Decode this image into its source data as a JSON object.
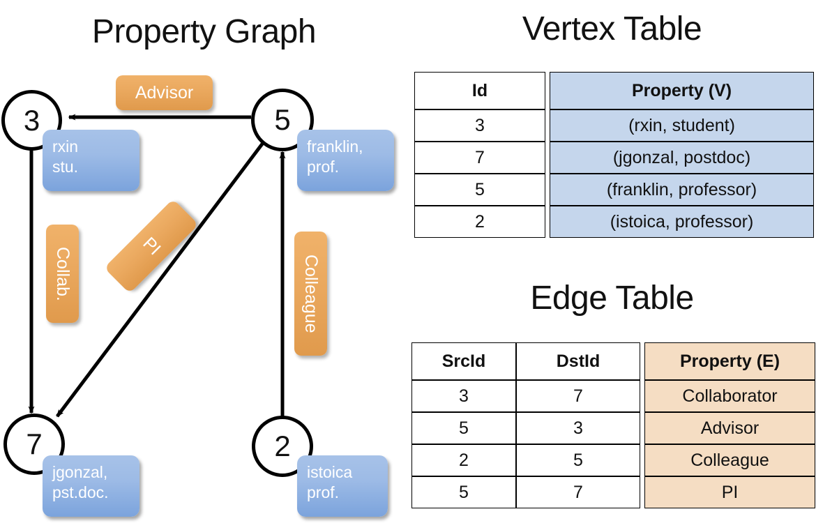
{
  "panels": {
    "graph_title": "Property Graph",
    "vertex_title": "Vertex Table",
    "edge_title": "Edge Table"
  },
  "graph": {
    "nodes": [
      {
        "id": "3",
        "label": "3",
        "property_lines": [
          "rxin",
          "stu."
        ]
      },
      {
        "id": "5",
        "label": "5",
        "property_lines": [
          "franklin,",
          "prof."
        ]
      },
      {
        "id": "7",
        "label": "7",
        "property_lines": [
          "jgonzal,",
          "pst.doc."
        ]
      },
      {
        "id": "2",
        "label": "2",
        "property_lines": [
          "istoica",
          "prof."
        ]
      }
    ],
    "edge_labels": [
      {
        "name": "advisor",
        "text": "Advisor"
      },
      {
        "name": "collab",
        "text": "Collab."
      },
      {
        "name": "pi",
        "text": "PI"
      },
      {
        "name": "colleague",
        "text": "Colleague"
      }
    ],
    "edges": [
      {
        "src": "5",
        "dst": "3",
        "label": "Advisor"
      },
      {
        "src": "3",
        "dst": "7",
        "label": "Collab."
      },
      {
        "src": "5",
        "dst": "7",
        "label": "PI"
      },
      {
        "src": "2",
        "dst": "5",
        "label": "Colleague"
      }
    ]
  },
  "vertex_table": {
    "headers": [
      "Id",
      "Property (V)"
    ],
    "rows": [
      {
        "id": "3",
        "property": "(rxin, student)"
      },
      {
        "id": "7",
        "property": "(jgonzal, postdoc)"
      },
      {
        "id": "5",
        "property": "(franklin, professor)"
      },
      {
        "id": "2",
        "property": "(istoica, professor)"
      }
    ]
  },
  "edge_table": {
    "headers": [
      "SrcId",
      "DstId",
      "Property (E)"
    ],
    "rows": [
      {
        "src": "3",
        "dst": "7",
        "property": "Collaborator"
      },
      {
        "src": "5",
        "dst": "3",
        "property": "Advisor"
      },
      {
        "src": "2",
        "dst": "5",
        "property": "Colleague"
      },
      {
        "src": "5",
        "dst": "7",
        "property": "PI"
      }
    ]
  },
  "colors": {
    "vertex_property_blue": "#9dbbe6",
    "edge_property_orange": "#eaa85e",
    "vertex_table_blue": "#c5d6ec",
    "edge_table_orange": "#f5ddc3",
    "stroke": "#000000"
  }
}
